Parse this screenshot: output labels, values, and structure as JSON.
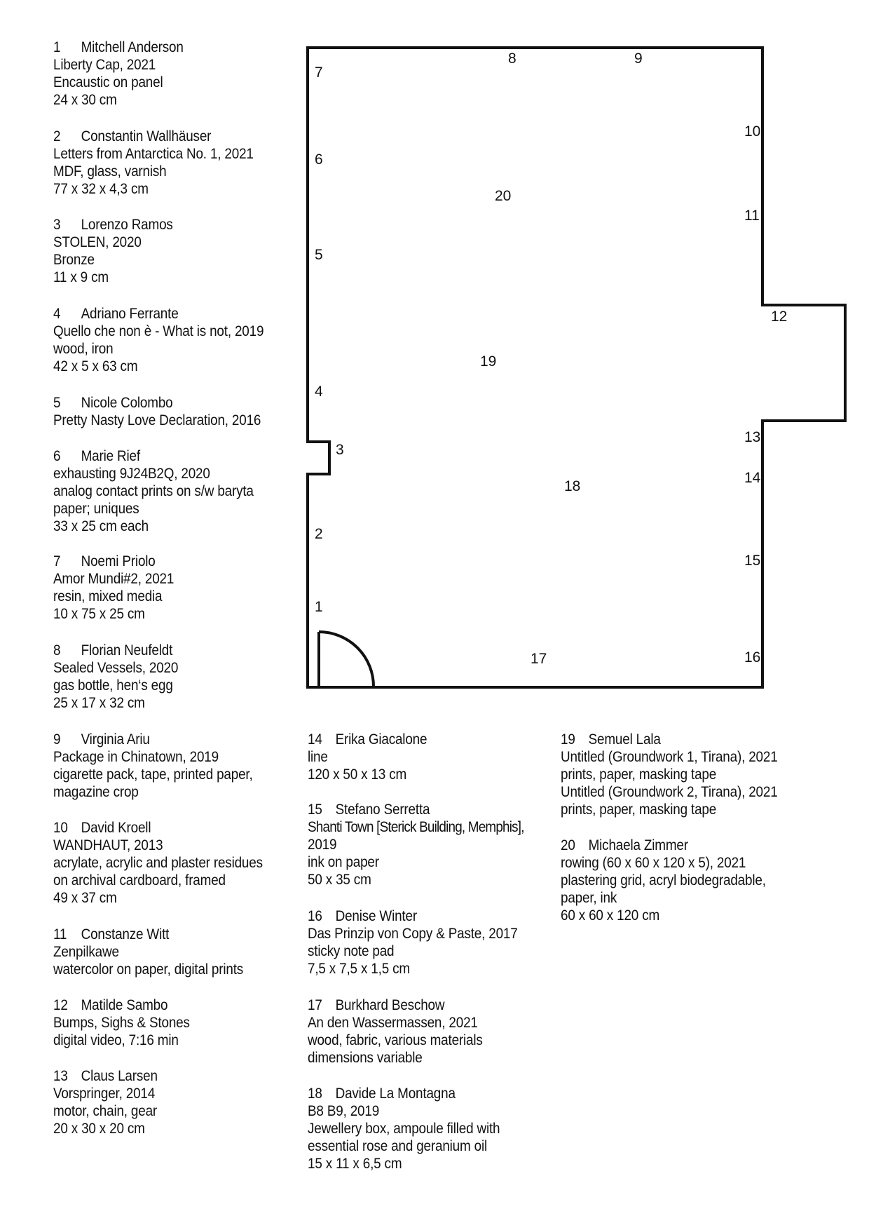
{
  "artworks": [
    {
      "number": "1",
      "artist": "Mitchell Anderson",
      "details": [
        "Liberty Cap, 2021",
        "Encaustic on panel",
        "24 x 30 cm"
      ]
    },
    {
      "number": "2",
      "artist": "Constantin Wallhäuser",
      "details": [
        "Letters from Antarctica No. 1, 2021",
        "MDF, glass, varnish",
        "77 x 32 x 4,3 cm"
      ]
    },
    {
      "number": "3",
      "artist": "Lorenzo Ramos",
      "details": [
        "STOLEN, 2020",
        "Bronze",
        "11 x 9 cm"
      ]
    },
    {
      "number": "4",
      "artist": "Adriano Ferrante",
      "details": [
        "Quello che non è - What is not, 2019",
        "wood, iron",
        "42 x 5 x 63 cm"
      ]
    },
    {
      "number": "5",
      "artist": "Nicole Colombo",
      "details": [
        "Pretty Nasty Love Declaration, 2016"
      ]
    },
    {
      "number": "6",
      "artist": "Marie Rief",
      "details": [
        "exhausting 9J24B2Q, 2020",
        "analog contact prints on s/w baryta",
        "paper; uniques",
        "33 x 25 cm each"
      ]
    },
    {
      "number": "7",
      "artist": "Noemi Priolo",
      "details": [
        "Amor Mundi#2, 2021",
        "resin, mixed media",
        "10 x 75 x 25 cm"
      ]
    },
    {
      "number": "8",
      "artist": "Florian Neufeldt",
      "details": [
        "Sealed Vessels, 2020",
        "gas bottle, hen‘s egg",
        "25 x 17 x 32 cm"
      ]
    },
    {
      "number": "9",
      "artist": "Virginia Ariu",
      "details": [
        "Package in Chinatown, 2019",
        "cigarette pack, tape, printed paper,",
        "magazine crop"
      ]
    },
    {
      "number": "10",
      "artist": "David Kroell",
      "details": [
        "WANDHAUT, 2013",
        "acrylate, acrylic and plaster residues",
        "on archival cardboard, framed",
        "49 x 37 cm"
      ]
    },
    {
      "number": "11",
      "artist": "Constanze Witt",
      "details": [
        "Zenpilkawe",
        "watercolor on paper, digital prints"
      ]
    },
    {
      "number": "12",
      "artist": "Matilde Sambo",
      "details": [
        "Bumps, Sighs & Stones",
        "digital video, 7:16 min"
      ]
    },
    {
      "number": "13",
      "artist": "Claus Larsen",
      "details": [
        "Vorspringer, 2014",
        "motor, chain, gear",
        "20 x 30 x 20 cm"
      ]
    },
    {
      "number": "14",
      "artist": "Erika Giacalone",
      "details": [
        "line",
        "120 x 50 x 13 cm"
      ]
    },
    {
      "number": "15",
      "artist": "Stefano Serretta",
      "details": [
        "Shanti Town [Sterick Building, Memphis],",
        "2019",
        "ink on paper",
        "50 x 35 cm"
      ]
    },
    {
      "number": "16",
      "artist": "Denise Winter",
      "details": [
        "Das Prinzip von Copy & Paste, 2017",
        "sticky note pad",
        "7,5 x 7,5 x 1,5 cm"
      ]
    },
    {
      "number": "17",
      "artist": "Burkhard Beschow",
      "details": [
        "An den Wassermassen, 2021",
        "wood, fabric, various materials",
        "dimensions variable"
      ]
    },
    {
      "number": "18",
      "artist": "Davide La Montagna",
      "details": [
        "B8 B9, 2019",
        "Jewellery box, ampoule filled with",
        "essential rose and geranium oil",
        "15 x 11 x 6,5 cm"
      ]
    },
    {
      "number": "19",
      "artist": "Semuel Lala",
      "details": [
        "Untitled (Groundwork 1, Tirana), 2021",
        "prints, paper, masking tape",
        "Untitled (Groundwork 2, Tirana), 2021",
        "prints, paper, masking tape"
      ]
    },
    {
      "number": "20",
      "artist": "Michaela Zimmer",
      "details": [
        "rowing (60 x 60 x 120 x 5), 2021",
        "plastering grid, acryl biodegradable,",
        "paper, ink",
        "60 x 60 x 120 cm"
      ]
    }
  ],
  "floorplan": {
    "labels": [
      "1",
      "2",
      "3",
      "4",
      "5",
      "6",
      "7",
      "8",
      "9",
      "10",
      "11",
      "12",
      "13",
      "14",
      "15",
      "16",
      "17",
      "18",
      "19",
      "20"
    ]
  }
}
